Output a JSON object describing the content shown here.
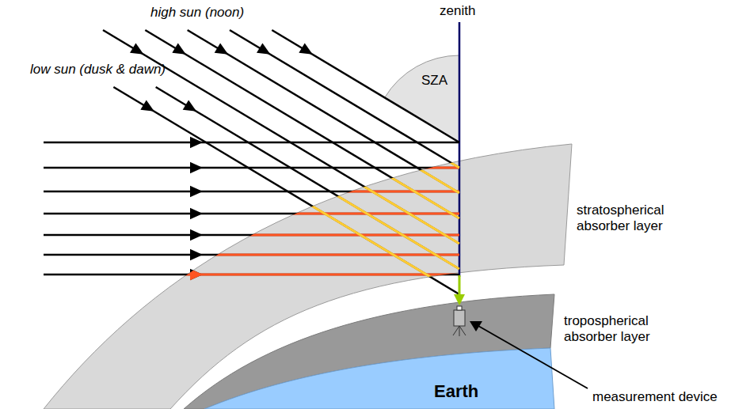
{
  "diagram": {
    "labels": [
      "high sun (noon)",
      "zenith",
      "SZA",
      "low sun (dusk & dawn)",
      "stratospherical absorber layer",
      "tropospherical absorber layer",
      "Earth",
      "measurement device"
    ]
  }
}
